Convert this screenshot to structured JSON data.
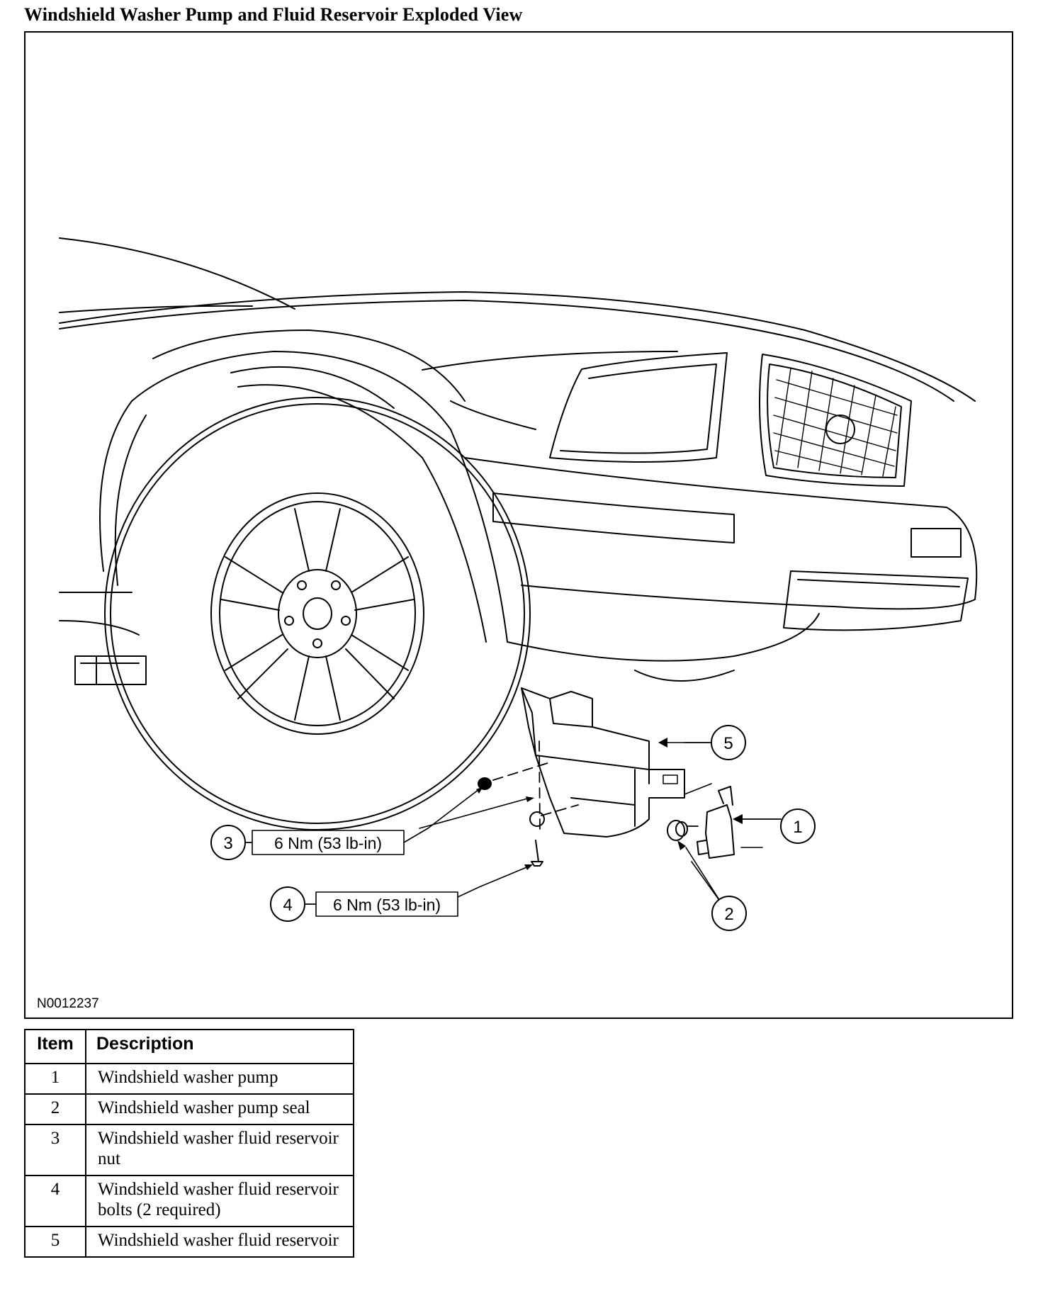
{
  "title": "Windshield Washer Pump and Fluid Reservoir Exploded View",
  "figure_id": "N0012237",
  "callouts": [
    {
      "number": "1"
    },
    {
      "number": "2"
    },
    {
      "number": "3",
      "torque": "6 Nm (53 lb-in)"
    },
    {
      "number": "4",
      "torque": "6 Nm (53 lb-in)"
    },
    {
      "number": "5"
    }
  ],
  "legend": {
    "headers": {
      "item": "Item",
      "description": "Description"
    },
    "rows": [
      {
        "item": "1",
        "description": "Windshield washer pump"
      },
      {
        "item": "2",
        "description": "Windshield washer pump seal"
      },
      {
        "item": "3",
        "description": "Windshield washer fluid reservoir nut"
      },
      {
        "item": "4",
        "description": "Windshield washer fluid reservoir bolts (2 required)"
      },
      {
        "item": "5",
        "description": "Windshield washer fluid reservoir"
      }
    ]
  }
}
